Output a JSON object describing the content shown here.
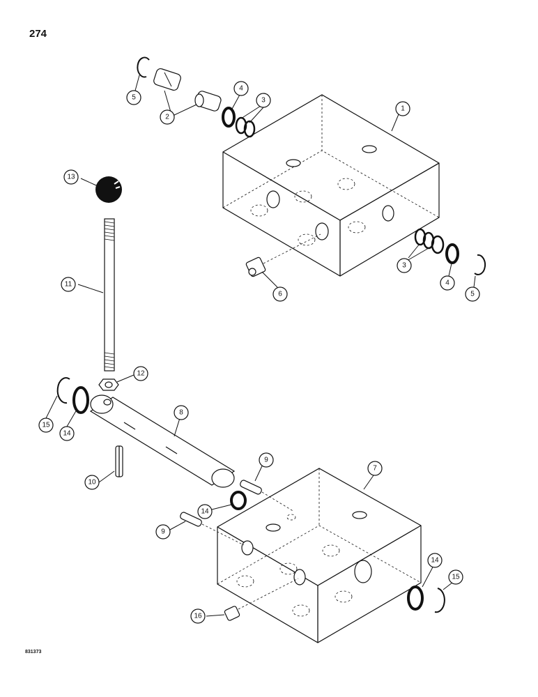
{
  "page": {
    "number": "274",
    "figure_code": "831373"
  },
  "callouts": {
    "c1": "1",
    "c2": "2",
    "c3a": "3",
    "c3b": "3",
    "c4a": "4",
    "c4b": "4",
    "c5a": "5",
    "c5b": "5",
    "c6": "6",
    "c7": "7",
    "c8": "8",
    "c9a": "9",
    "c9b": "9",
    "c10": "10",
    "c11": "11",
    "c12": "12",
    "c13": "13",
    "c14a": "14",
    "c14b": "14",
    "c14c": "14",
    "c15a": "15",
    "c15b": "15",
    "c16": "16"
  }
}
